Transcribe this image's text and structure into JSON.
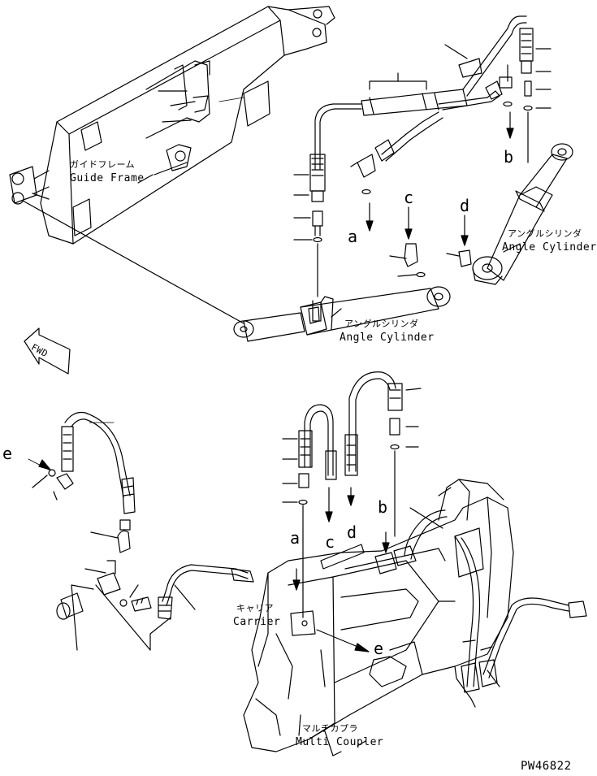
{
  "labels": {
    "guide_frame_jp": "ガイドフレーム",
    "guide_frame_en": "Guide Frame",
    "angle_cyl_left_jp": "アングルシリンダ",
    "angle_cyl_left_en": "Angle Cylinder",
    "angle_cyl_right_jp": "アングルシリンダ",
    "angle_cyl_right_en": "Angle Cylinder",
    "carrier_jp": "キャリア",
    "carrier_en": "Carrier",
    "multi_coupler_jp": "マルチカプラ",
    "multi_coupler_en": "Multi Coupler",
    "fwd": "FWD",
    "part_code": "PW46822"
  },
  "callouts": {
    "a_top": "a",
    "b_top": "b",
    "c_top": "c",
    "d_top": "d",
    "a_bottom": "a",
    "b_bottom": "b",
    "c_bottom": "c",
    "d_bottom": "d",
    "e_left": "e",
    "e_bottom": "e"
  },
  "colors": {
    "ink": "#000000",
    "paper": "#ffffff"
  }
}
